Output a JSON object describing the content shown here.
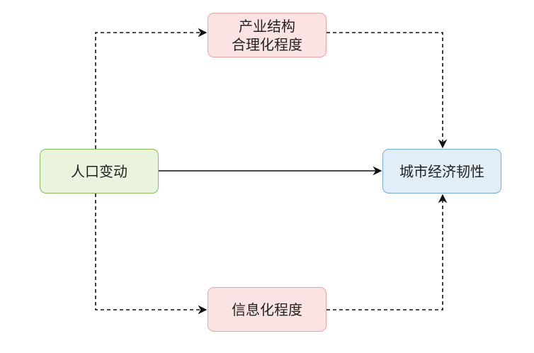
{
  "nodes": {
    "population": {
      "label": "人口变动",
      "color": "#e9f3dd"
    },
    "industry": {
      "lines": [
        "产业结构",
        "合理化程度"
      ],
      "color": "#fbe3e3"
    },
    "information": {
      "label": "信息化程度",
      "color": "#fbe3e3"
    },
    "resilience": {
      "label": "城市经济韧性",
      "color": "#e1eef8"
    }
  },
  "edges": [
    {
      "from": "人口变动",
      "to": "城市经济韧性",
      "style": "solid"
    },
    {
      "from": "人口变动",
      "to": "产业结构合理化程度",
      "style": "dashed"
    },
    {
      "from": "产业结构合理化程度",
      "to": "城市经济韧性",
      "style": "dashed"
    },
    {
      "from": "人口变动",
      "to": "信息化程度",
      "style": "dashed"
    },
    {
      "from": "信息化程度",
      "to": "城市经济韧性",
      "style": "dashed"
    }
  ]
}
